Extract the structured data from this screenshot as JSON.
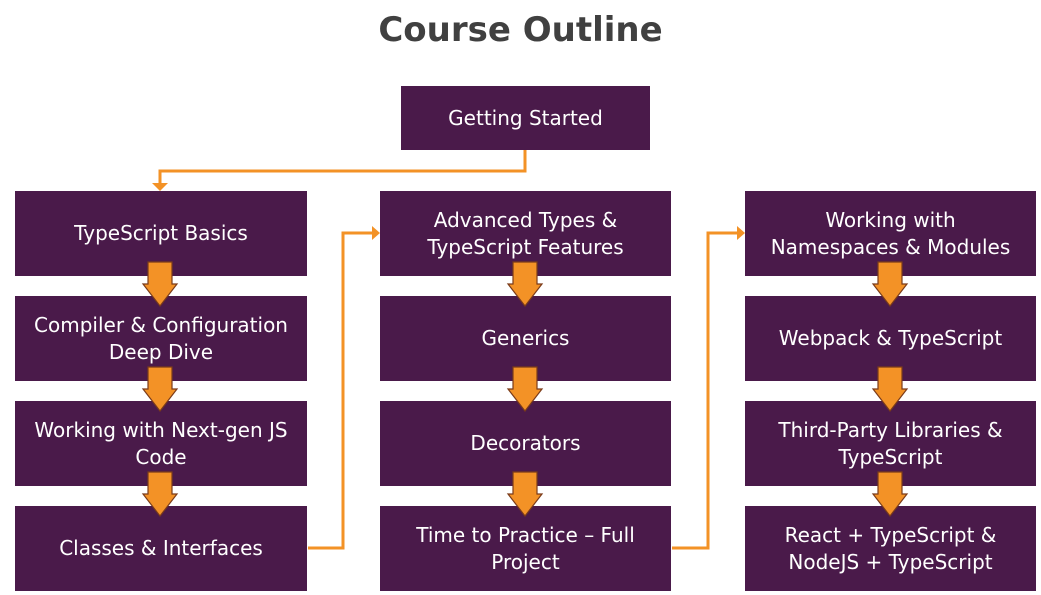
{
  "title": "Course Outline",
  "colors": {
    "box_fill": "#4a1a4a",
    "box_text": "#ffffff",
    "connector": "#f39226",
    "arrow_outline": "#7a3b1a",
    "title_text": "#404040"
  },
  "top_module": "Getting Started",
  "columns": [
    {
      "modules": [
        "TypeScript Basics",
        "Compiler & Configuration\nDeep Dive",
        "Working with Next-gen JS\nCode",
        "Classes & Interfaces"
      ]
    },
    {
      "modules": [
        "Advanced Types &\nTypeScript Features",
        "Generics",
        "Decorators",
        "Time to Practice – Full\nProject"
      ]
    },
    {
      "modules": [
        "Working with\nNamespaces & Modules",
        "Webpack & TypeScript",
        "Third-Party Libraries &\nTypeScript",
        "React + TypeScript &\nNodeJS + TypeScript"
      ]
    }
  ]
}
